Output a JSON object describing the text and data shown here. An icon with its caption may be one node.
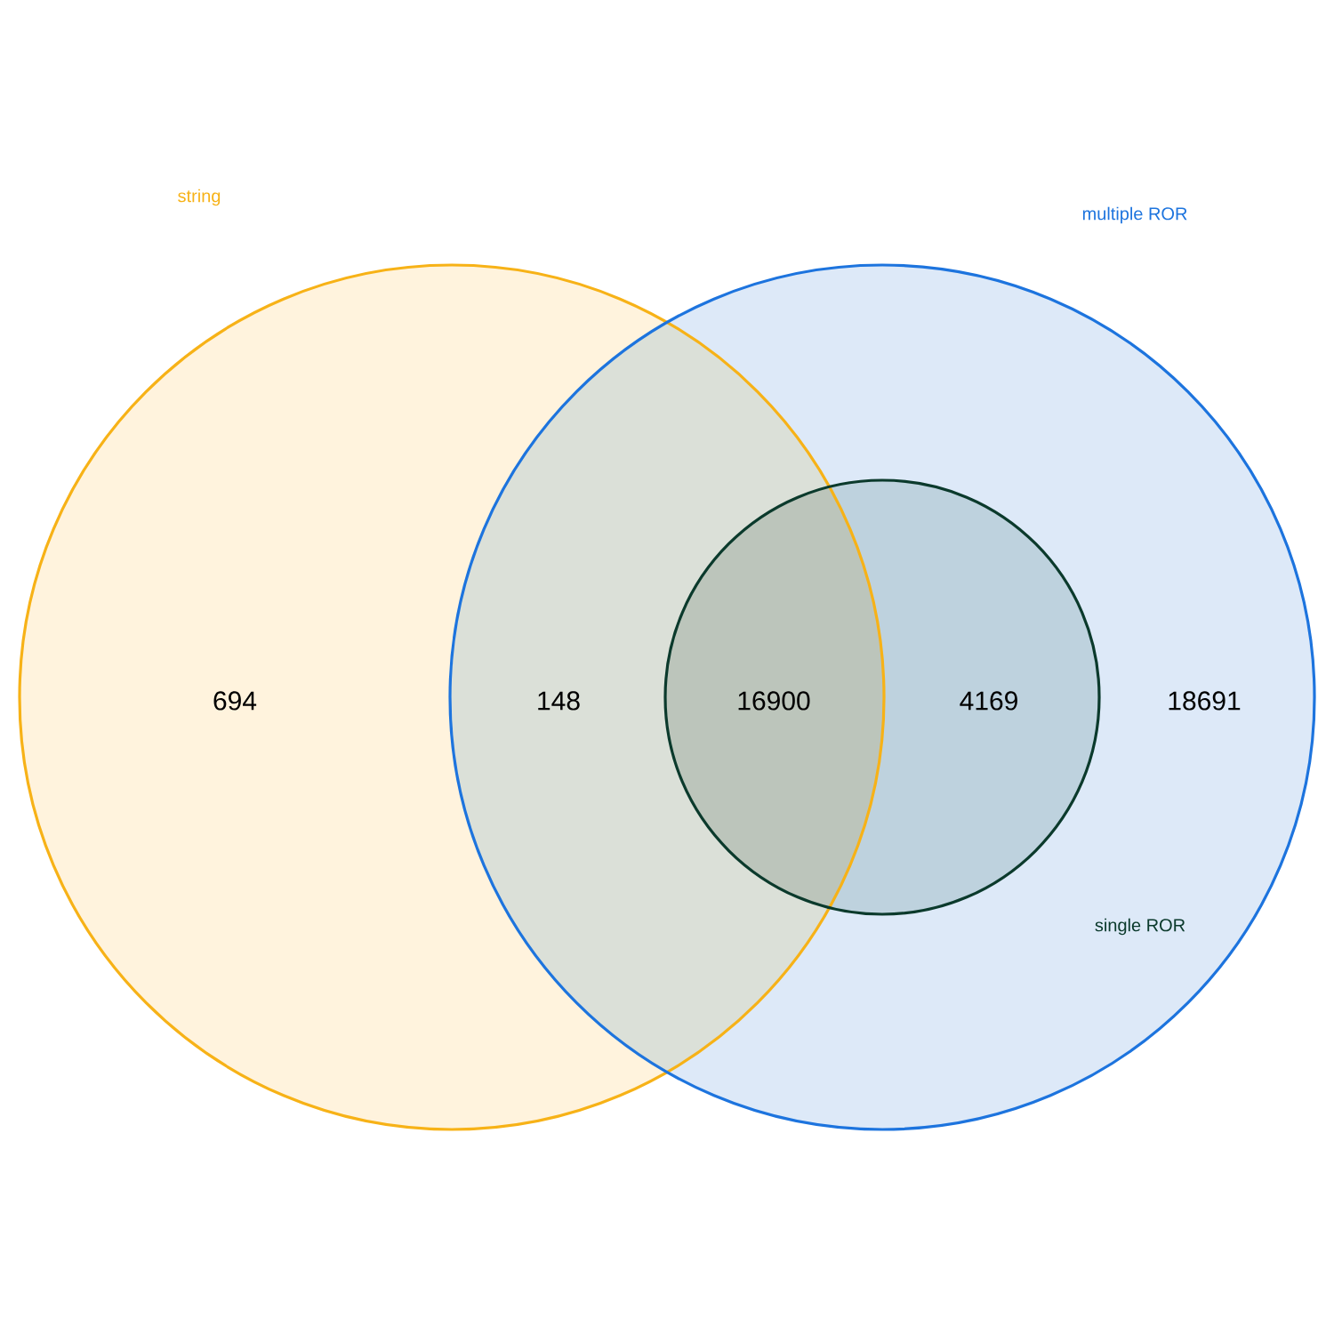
{
  "diagram": {
    "nodes": [
      {
        "text": [
          "string"
        ]
      },
      {
        "text": [
          "multiple ROR"
        ]
      },
      {
        "text": [
          "single ROR"
        ],
        "in": 1
      }
    ],
    "labels": [
      "694",
      "148",
      "16900",
      "4169",
      "18691"
    ]
  }
}
